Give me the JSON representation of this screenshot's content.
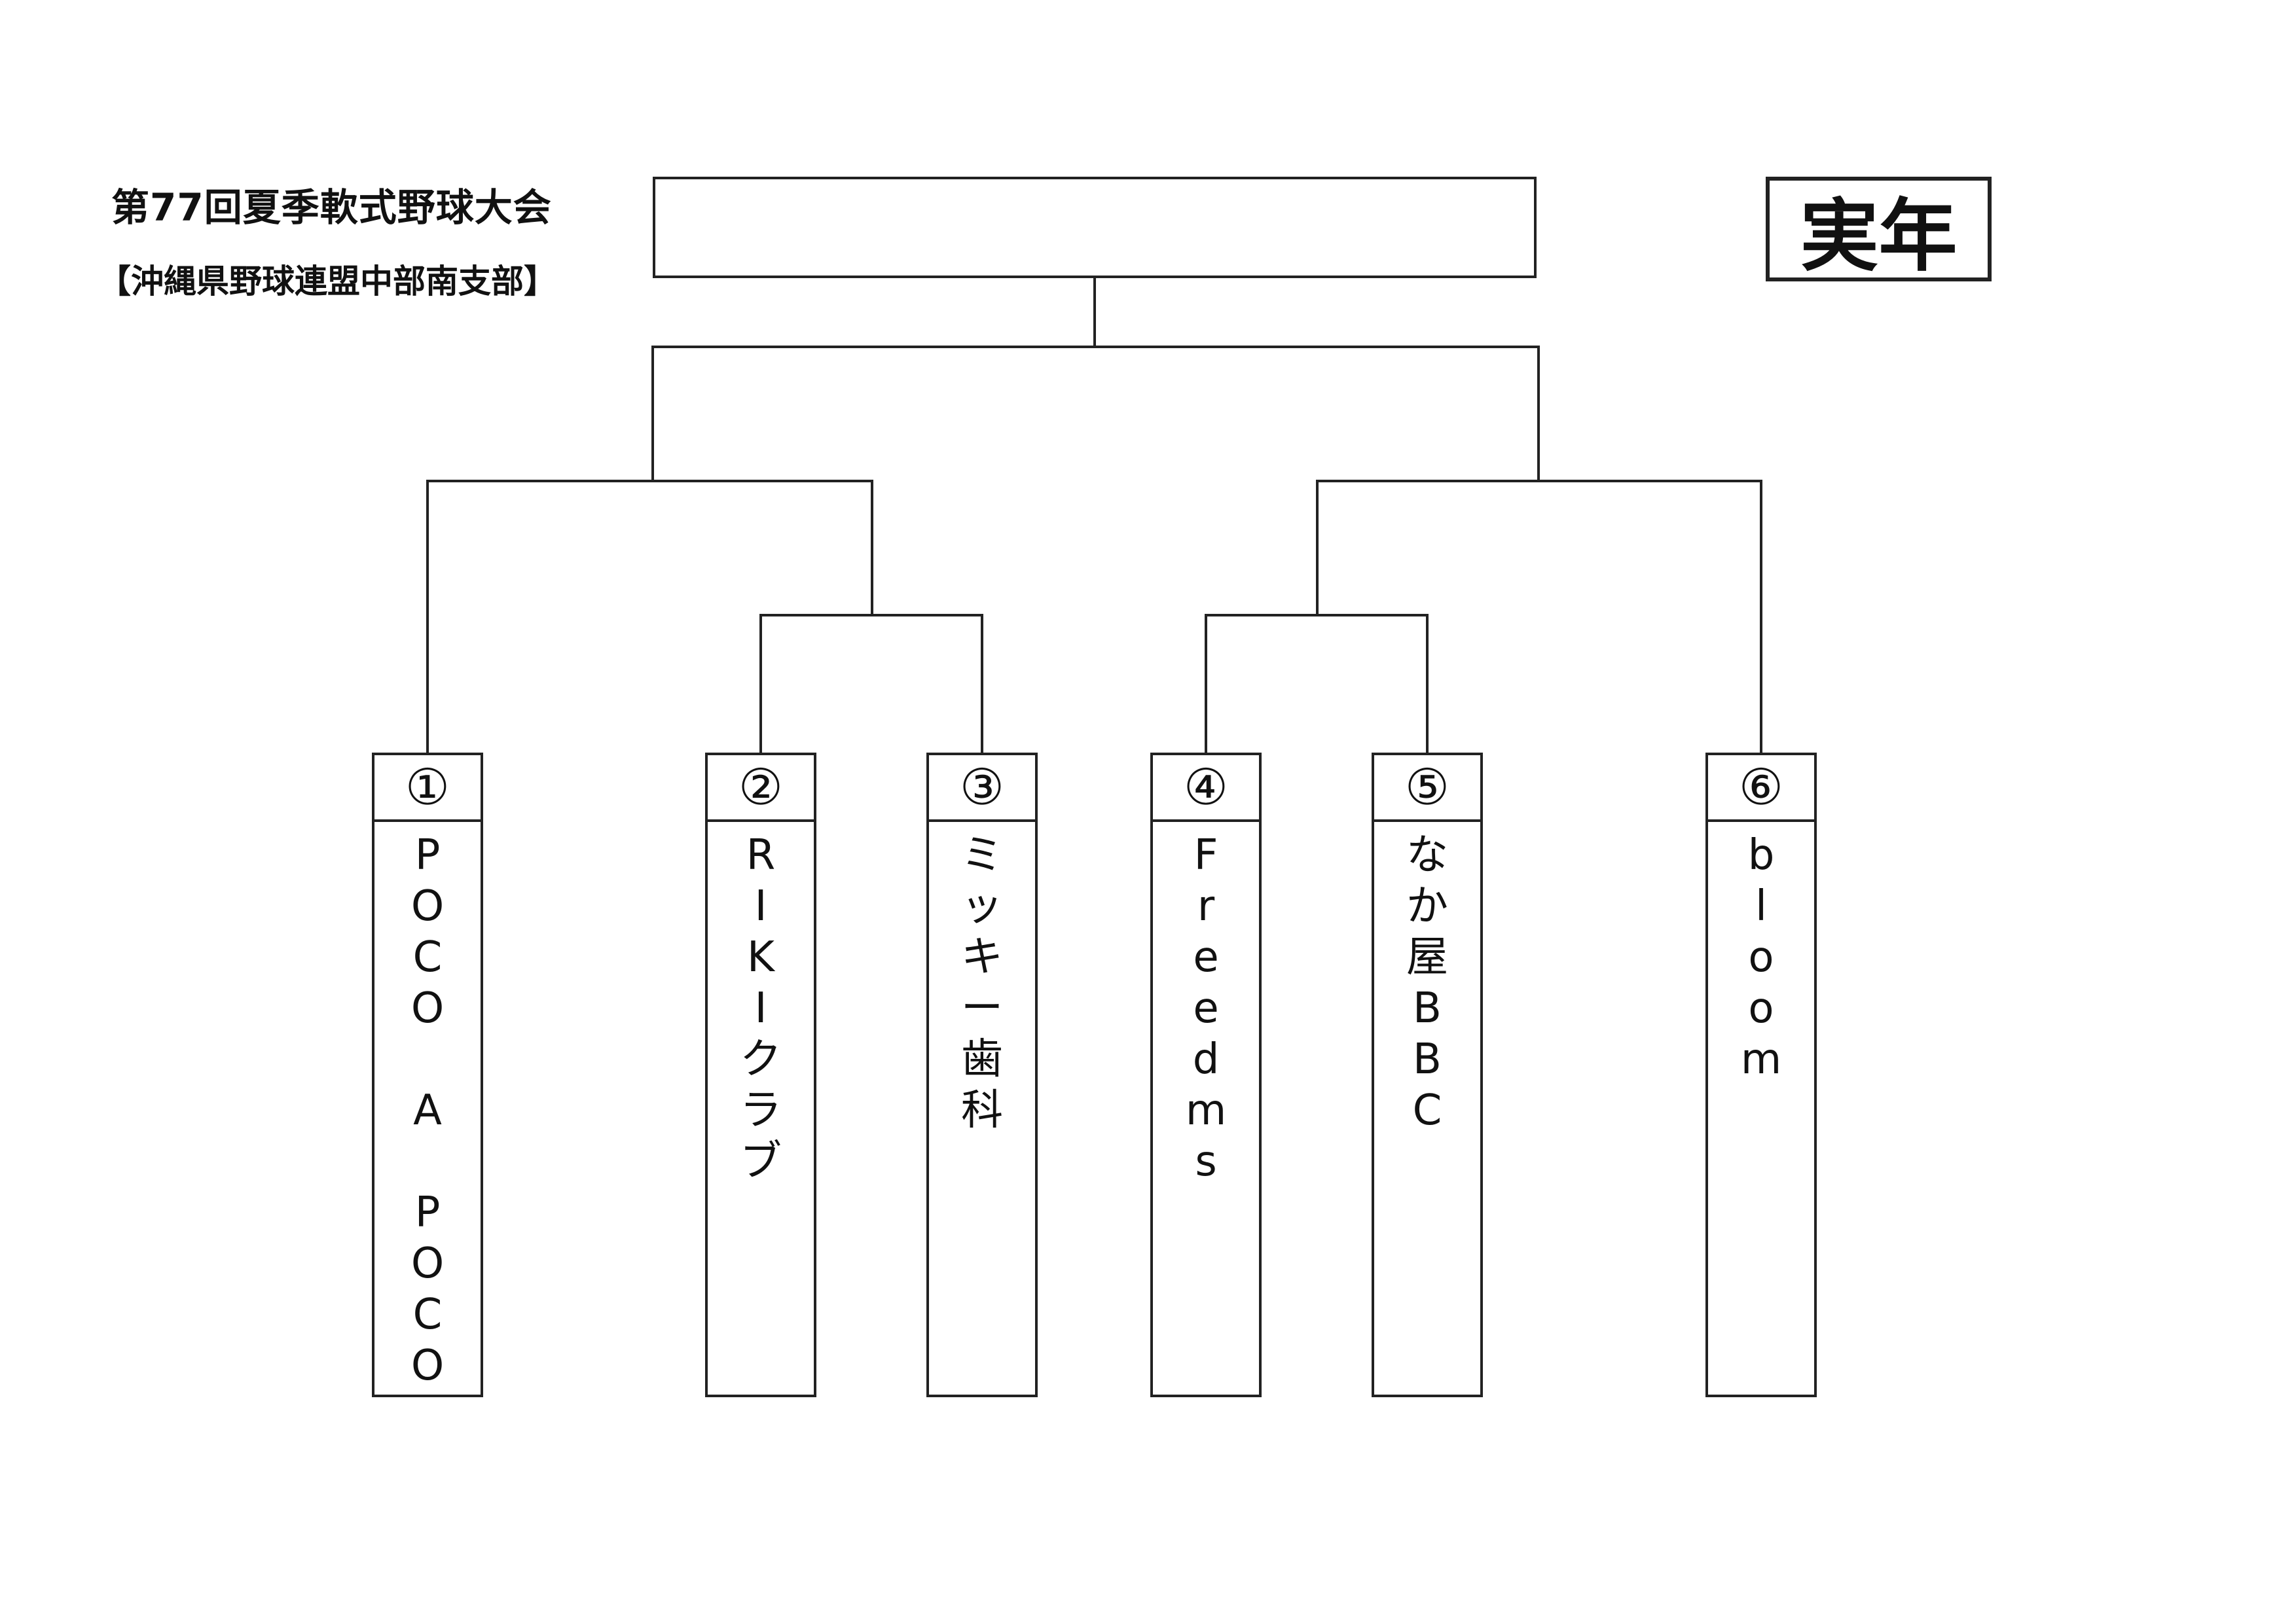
{
  "header": {
    "title": "第77回夏季軟式野球大会",
    "subtitle": "【沖縄県野球連盟中部南支部】",
    "division": "実年"
  },
  "teams": [
    {
      "number": "①",
      "name": [
        "P",
        "O",
        "C",
        "O",
        " ",
        "A",
        " ",
        "P",
        "O",
        "C",
        "O"
      ]
    },
    {
      "number": "②",
      "name": [
        "R",
        "I",
        "K",
        "I",
        "ク",
        "ラ",
        "ブ"
      ]
    },
    {
      "number": "③",
      "name": [
        "ミ",
        "ッ",
        "キ",
        "ー",
        "歯",
        "科"
      ]
    },
    {
      "number": "④",
      "name": [
        "F",
        "r",
        "e",
        "e",
        "d",
        "m",
        "s"
      ]
    },
    {
      "number": "⑤",
      "name": [
        "な",
        "か",
        "屋",
        "B",
        "B",
        "C"
      ]
    },
    {
      "number": "⑥",
      "name": [
        "b",
        "l",
        "o",
        "o",
        "m"
      ]
    }
  ]
}
